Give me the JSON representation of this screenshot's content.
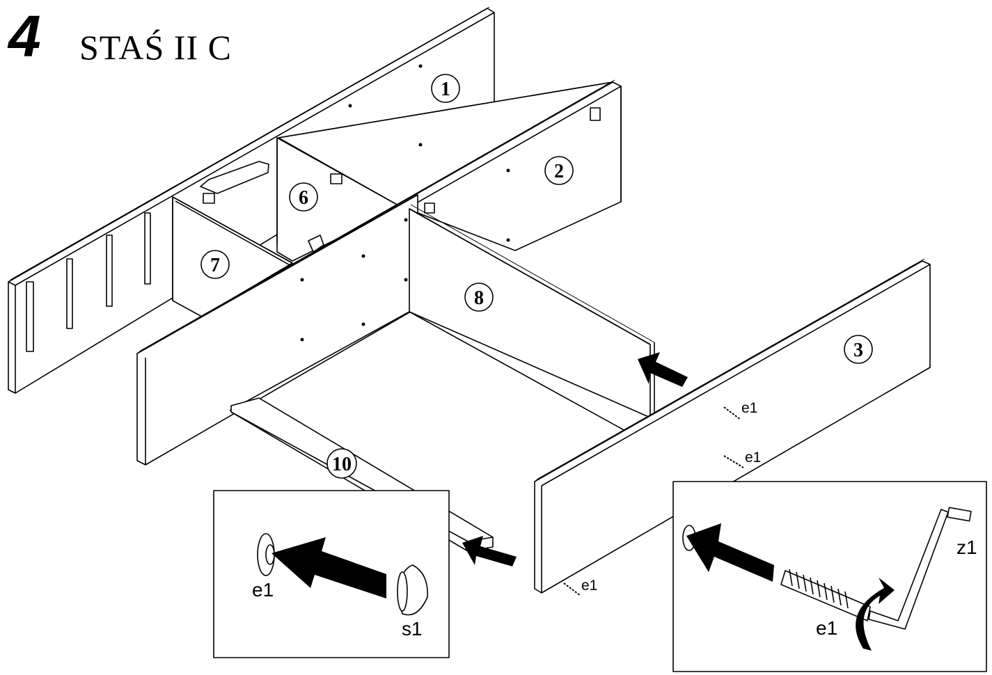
{
  "header": {
    "step_number": "4",
    "product_title": "STAŚ II C"
  },
  "panels": {
    "p1": "1",
    "p2": "2",
    "p3": "3",
    "p6": "6",
    "p7": "7",
    "p8": "8",
    "p10": "10"
  },
  "fasteners": {
    "e1_a": "e1",
    "e1_b": "e1",
    "e1_c": "e1"
  },
  "detail_left": {
    "fitting_label": "e1",
    "cap_label": "s1"
  },
  "detail_right": {
    "fitting_label": "e1",
    "tool_label": "z1"
  }
}
